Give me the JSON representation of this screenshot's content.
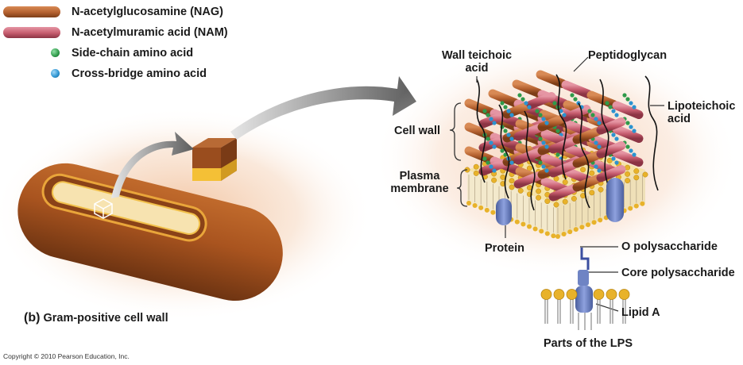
{
  "legend": {
    "items": [
      {
        "label": "N-acetylglucosamine (NAG)",
        "kind": "rod",
        "color": "#b4612f"
      },
      {
        "label": "N-acetylmuramic acid (NAM)",
        "kind": "rod",
        "color": "#c65c6e"
      },
      {
        "label": "Side-chain amino acid",
        "kind": "dot",
        "color": "#2f9a4a"
      },
      {
        "label": "Cross-bridge amino acid",
        "kind": "dot",
        "color": "#2b93d0"
      }
    ]
  },
  "labels": {
    "wall_teichoic_line1": "Wall teichoic",
    "wall_teichoic_line2": "acid",
    "peptidoglycan": "Peptidoglycan",
    "lipoteichoic_line1": "Lipoteichoic",
    "lipoteichoic_line2": "acid",
    "cell_wall": "Cell wall",
    "plasma_membrane_line1": "Plasma",
    "plasma_membrane_line2": "membrane",
    "protein": "Protein",
    "o_polysaccharide": "O polysaccharide",
    "core_polysaccharide": "Core polysaccharide",
    "lipid_a": "Lipid A",
    "parts_of_lps": "Parts of the LPS"
  },
  "caption": {
    "prefix": "(b)",
    "text": "Gram-positive cell wall"
  },
  "copyright": "Copyright © 2010 Pearson Education, Inc.",
  "colors": {
    "nag": "#b4612f",
    "nam": "#c65c6e",
    "side_chain": "#2f9a4a",
    "cross_bridge": "#2b93d0",
    "membrane_head": "#e8b22a",
    "protein": "#6f84c4",
    "cell_body": "#9a4d1e",
    "glow": "#f3c9a8"
  }
}
